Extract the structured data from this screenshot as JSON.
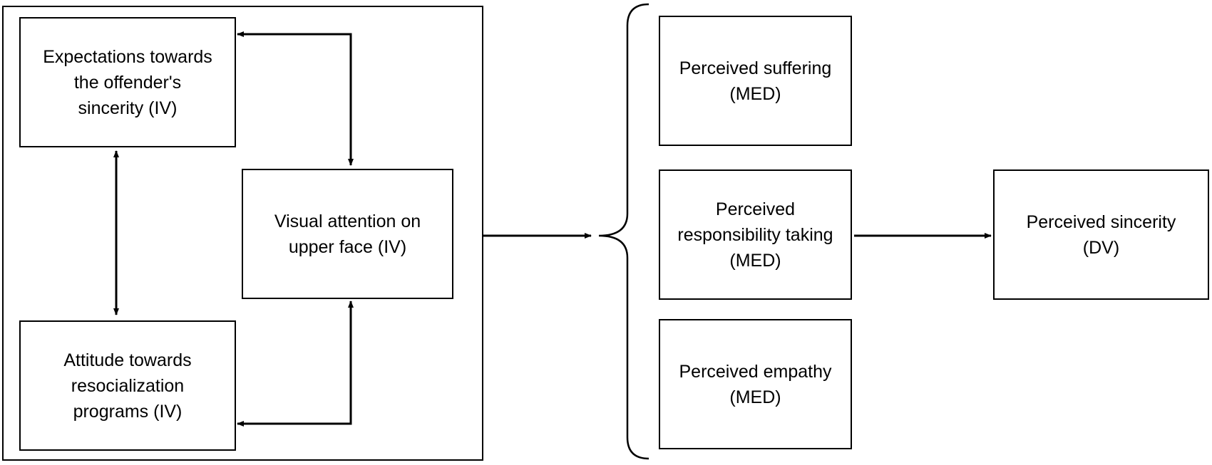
{
  "diagram": {
    "expectations": "Expectations towards\nthe offender's\nsincerity (IV)",
    "attitude": "Attitude towards\nresocialization\nprograms (IV)",
    "visual_attention": "Visual attention on\nupper face (IV)",
    "suffering": "Perceived suffering\n(MED)",
    "responsibility": "Perceived\nresponsibility taking\n(MED)",
    "empathy": "Perceived empathy\n(MED)",
    "sincerity": "Perceived sincerity\n(DV)"
  },
  "colors": {
    "line": "#000000",
    "background": "#ffffff"
  }
}
